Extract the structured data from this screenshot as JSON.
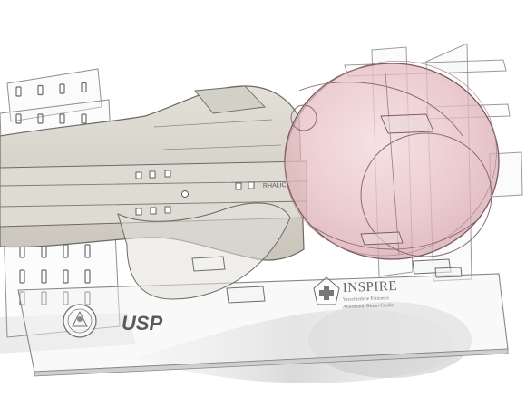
{
  "scene": {
    "description_free": true,
    "colors": {
      "background": "#ffffff",
      "acrylic_edge": "#9a9a9a",
      "mannequin_fill": "#d8d5cd",
      "mannequin_edge": "#6a6a66",
      "head_fill": "#e9c4c8",
      "head_edge": "#8a6a6e",
      "shadow": "#c9c9c9"
    },
    "icons": [
      "usp-seal-icon",
      "inspire-logo-icon"
    ]
  },
  "logos": {
    "usp_label": "USP",
    "inspire_title": "INSPIRE",
    "inspire_sub_line1": "Verschiedene Patienten",
    "inspire_sub_line2": "Abordando Ritmo Cardio"
  },
  "engraving": {
    "plate_mark": "RHALICK"
  }
}
